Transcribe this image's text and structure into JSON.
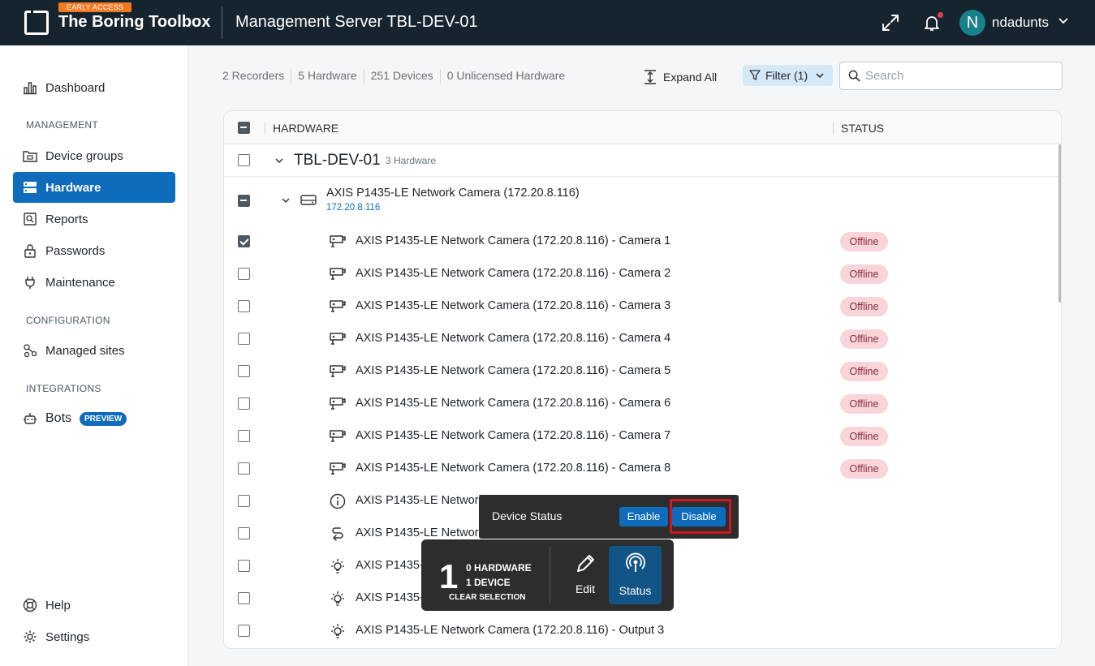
{
  "header": {
    "badge": "EARLY ACCESS",
    "brand": "The Boring Toolbox",
    "server_title": "Management Server TBL-DEV-01",
    "avatar_initial": "N",
    "username": "ndadunts"
  },
  "sidebar": {
    "dashboard": "Dashboard",
    "section_management": "MANAGEMENT",
    "device_groups": "Device groups",
    "hardware": "Hardware",
    "reports": "Reports",
    "passwords": "Passwords",
    "maintenance": "Maintenance",
    "section_configuration": "CONFIGURATION",
    "managed_sites": "Managed sites",
    "section_integrations": "INTEGRATIONS",
    "bots": "Bots",
    "bots_badge": "PREVIEW",
    "help": "Help",
    "settings": "Settings"
  },
  "toolbar": {
    "recorders": "2 Recorders",
    "hardware": "5 Hardware",
    "devices": "251 Devices",
    "unlicensed": "0 Unlicensed Hardware",
    "expand_all": "Expand All",
    "filter": "Filter (1)",
    "search_placeholder": "Search"
  },
  "table": {
    "col_hardware": "HARDWARE",
    "col_status": "STATUS",
    "group_name": "TBL-DEV-01",
    "group_count": "3 Hardware",
    "hardware_name": "AXIS P1435-LE Network Camera (172.20.8.116)",
    "hardware_ip": "172.20.8.116",
    "devices": [
      {
        "name": "AXIS P1435-LE Network Camera (172.20.8.116) - Camera 1",
        "status": "Offline",
        "icon": "camera-icon",
        "checked": true
      },
      {
        "name": "AXIS P1435-LE Network Camera (172.20.8.116) - Camera 2",
        "status": "Offline",
        "icon": "camera-icon",
        "checked": false
      },
      {
        "name": "AXIS P1435-LE Network Camera (172.20.8.116) - Camera 3",
        "status": "Offline",
        "icon": "camera-icon",
        "checked": false
      },
      {
        "name": "AXIS P1435-LE Network Camera (172.20.8.116) - Camera 4",
        "status": "Offline",
        "icon": "camera-icon",
        "checked": false
      },
      {
        "name": "AXIS P1435-LE Network Camera (172.20.8.116) - Camera 5",
        "status": "Offline",
        "icon": "camera-icon",
        "checked": false
      },
      {
        "name": "AXIS P1435-LE Network Camera (172.20.8.116) - Camera 6",
        "status": "Offline",
        "icon": "camera-icon",
        "checked": false
      },
      {
        "name": "AXIS P1435-LE Network Camera (172.20.8.116) - Camera 7",
        "status": "Offline",
        "icon": "camera-icon",
        "checked": false
      },
      {
        "name": "AXIS P1435-LE Network Camera (172.20.8.116) - Camera 8",
        "status": "Offline",
        "icon": "camera-icon",
        "checked": false
      },
      {
        "name": "AXIS P1435-LE Network Camera (172.20.8.116) - Metadata 1",
        "status": "",
        "icon": "info-icon",
        "checked": false
      },
      {
        "name": "AXIS P1435-LE Network Camera (172.20.8.116) - Input 1",
        "status": "",
        "icon": "input-icon",
        "checked": false
      },
      {
        "name": "AXIS P1435-LE Network Camera (172.20.8.116) - Output 1",
        "status": "",
        "icon": "bulb-icon",
        "checked": false
      },
      {
        "name": "AXIS P1435-LE Network Camera (172.20.8.116) - Output 2",
        "status": "",
        "icon": "bulb-icon",
        "checked": false
      },
      {
        "name": "AXIS P1435-LE Network Camera (172.20.8.116) - Output 3",
        "status": "",
        "icon": "bulb-icon",
        "checked": false
      }
    ]
  },
  "device_status_popup": {
    "label": "Device Status",
    "enable": "Enable",
    "disable": "Disable"
  },
  "selection_bar": {
    "count": "1",
    "hardware": "0 HARDWARE",
    "device": "1 DEVICE",
    "clear": "CLEAR SELECTION",
    "edit": "Edit",
    "status": "Status"
  },
  "colors": {
    "header_bg": "#15242f",
    "accent": "#0f6cbd",
    "offline_badge_bg": "#f9d4d8",
    "highlight": "#d8141c"
  }
}
